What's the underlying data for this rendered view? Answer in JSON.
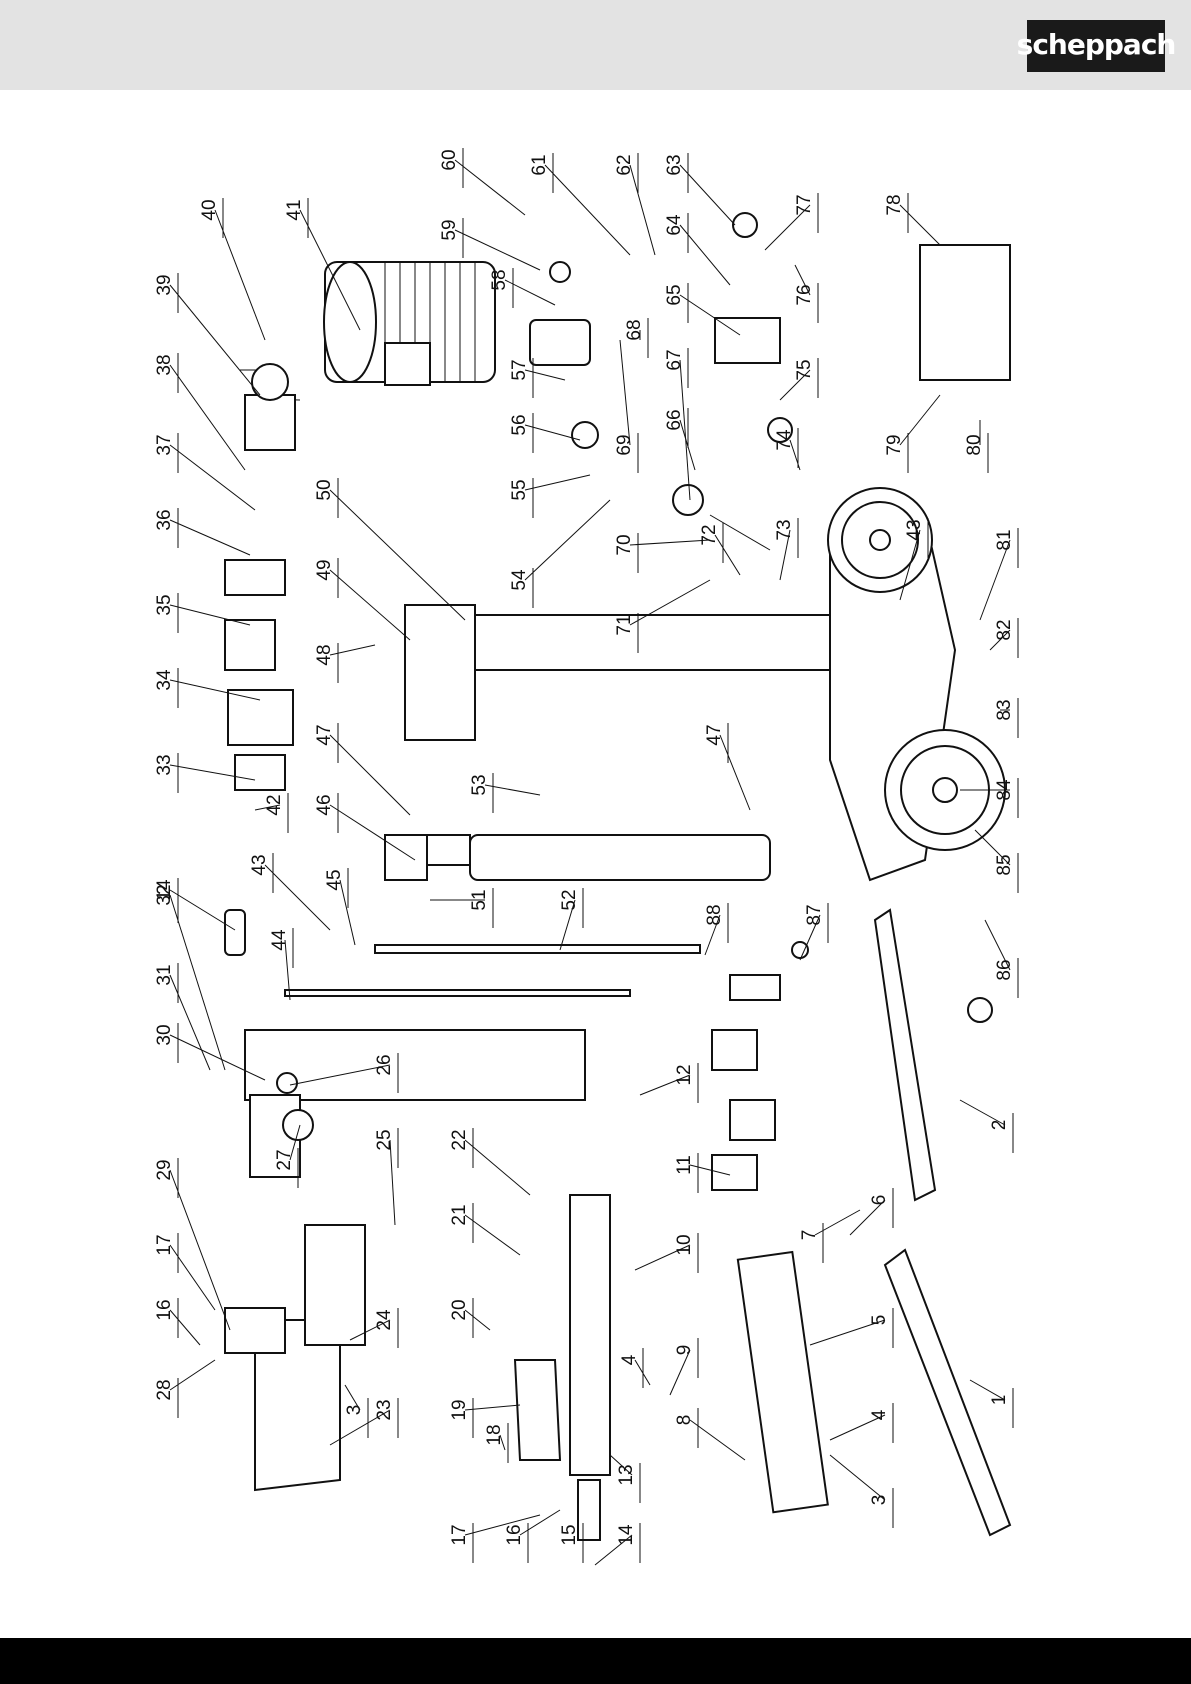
{
  "brand": {
    "logo_text": "scheppach"
  },
  "diagram": {
    "callouts": [
      {
        "n": "1"
      },
      {
        "n": "2"
      },
      {
        "n": "3"
      },
      {
        "n": "3"
      },
      {
        "n": "4"
      },
      {
        "n": "4"
      },
      {
        "n": "5"
      },
      {
        "n": "6"
      },
      {
        "n": "7"
      },
      {
        "n": "8"
      },
      {
        "n": "9"
      },
      {
        "n": "10"
      },
      {
        "n": "11"
      },
      {
        "n": "12"
      },
      {
        "n": "13"
      },
      {
        "n": "14"
      },
      {
        "n": "14"
      },
      {
        "n": "15"
      },
      {
        "n": "16"
      },
      {
        "n": "16"
      },
      {
        "n": "17"
      },
      {
        "n": "17"
      },
      {
        "n": "18"
      },
      {
        "n": "19"
      },
      {
        "n": "20"
      },
      {
        "n": "21"
      },
      {
        "n": "22"
      },
      {
        "n": "23"
      },
      {
        "n": "24"
      },
      {
        "n": "25"
      },
      {
        "n": "26"
      },
      {
        "n": "27"
      },
      {
        "n": "28"
      },
      {
        "n": "29"
      },
      {
        "n": "30"
      },
      {
        "n": "31"
      },
      {
        "n": "32"
      },
      {
        "n": "33"
      },
      {
        "n": "34"
      },
      {
        "n": "35"
      },
      {
        "n": "36"
      },
      {
        "n": "37"
      },
      {
        "n": "38"
      },
      {
        "n": "39"
      },
      {
        "n": "40"
      },
      {
        "n": "41"
      },
      {
        "n": "42"
      },
      {
        "n": "43"
      },
      {
        "n": "43"
      },
      {
        "n": "44"
      },
      {
        "n": "45"
      },
      {
        "n": "46"
      },
      {
        "n": "47"
      },
      {
        "n": "47"
      },
      {
        "n": "48"
      },
      {
        "n": "49"
      },
      {
        "n": "50"
      },
      {
        "n": "51"
      },
      {
        "n": "52"
      },
      {
        "n": "53"
      },
      {
        "n": "54"
      },
      {
        "n": "55"
      },
      {
        "n": "56"
      },
      {
        "n": "57"
      },
      {
        "n": "58"
      },
      {
        "n": "59"
      },
      {
        "n": "60"
      },
      {
        "n": "61"
      },
      {
        "n": "62"
      },
      {
        "n": "63"
      },
      {
        "n": "64"
      },
      {
        "n": "65"
      },
      {
        "n": "66"
      },
      {
        "n": "67"
      },
      {
        "n": "68"
      },
      {
        "n": "69"
      },
      {
        "n": "70"
      },
      {
        "n": "71"
      },
      {
        "n": "72"
      },
      {
        "n": "73"
      },
      {
        "n": "74"
      },
      {
        "n": "75"
      },
      {
        "n": "76"
      },
      {
        "n": "77"
      },
      {
        "n": "78"
      },
      {
        "n": "79"
      },
      {
        "n": "80"
      },
      {
        "n": "81"
      },
      {
        "n": "82"
      },
      {
        "n": "83"
      },
      {
        "n": "84"
      },
      {
        "n": "85"
      },
      {
        "n": "86"
      },
      {
        "n": "87"
      },
      {
        "n": "88"
      }
    ]
  }
}
